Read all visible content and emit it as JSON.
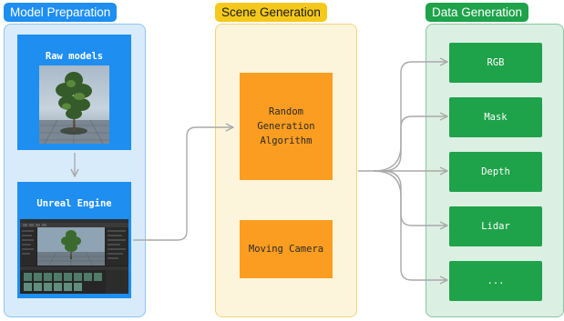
{
  "stages": {
    "model": {
      "label": "Model Preparation",
      "nodes": {
        "raw_models": "Raw models",
        "unreal_engine": "Unreal Engine"
      }
    },
    "scene": {
      "label": "Scene Generation",
      "nodes": {
        "random_generation": "Random\nGeneration\nAlgorithm",
        "moving_camera": "Moving Camera"
      }
    },
    "data": {
      "label": "Data Generation",
      "outputs": [
        "RGB",
        "Mask",
        "Depth",
        "Lidar",
        "..."
      ]
    }
  },
  "colors": {
    "model_accent": "#1e8ef0",
    "scene_accent": "#f5c91c",
    "scene_node": "#fb9d20",
    "data_accent": "#1ea24a",
    "connector": "#a9a9a9"
  }
}
